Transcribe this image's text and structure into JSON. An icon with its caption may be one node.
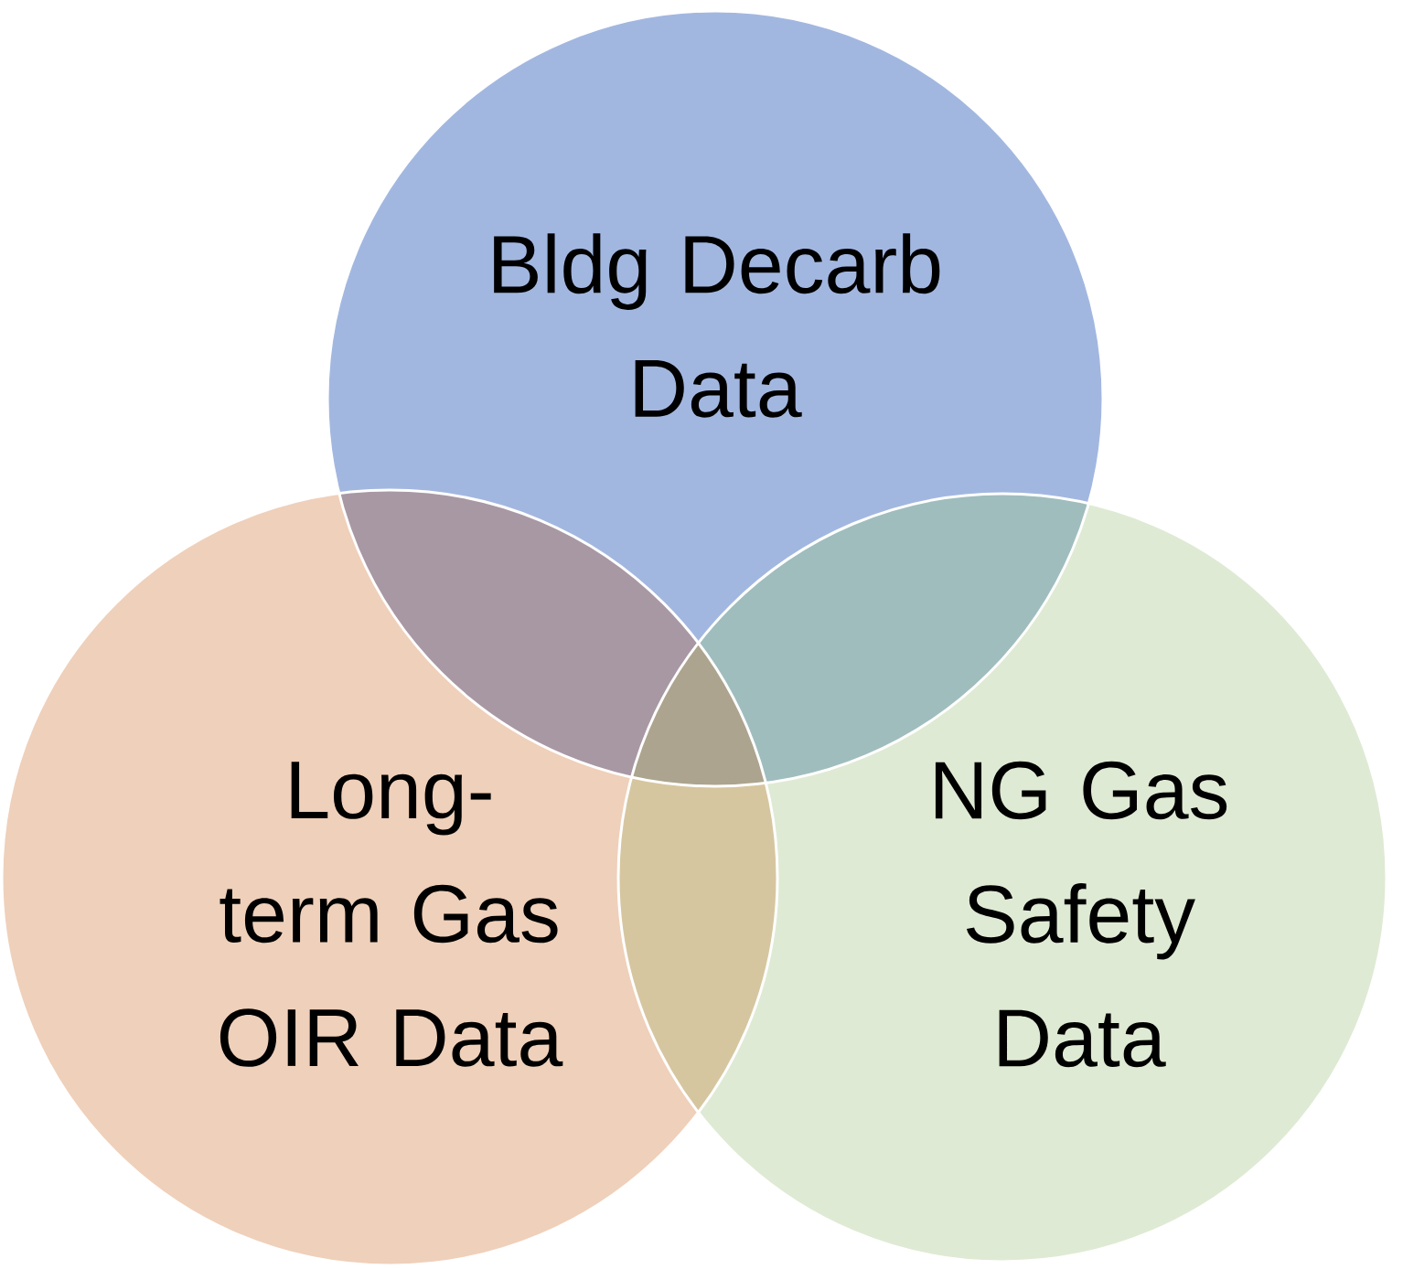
{
  "diagram": {
    "nodes": [
      {
        "text": [
          "Bldg Decarb Data"
        ]
      },
      {
        "text": [
          "Long-term Gas OIR Data"
        ]
      },
      {
        "text": [
          "NG Gas Safety Data"
        ]
      }
    ]
  }
}
